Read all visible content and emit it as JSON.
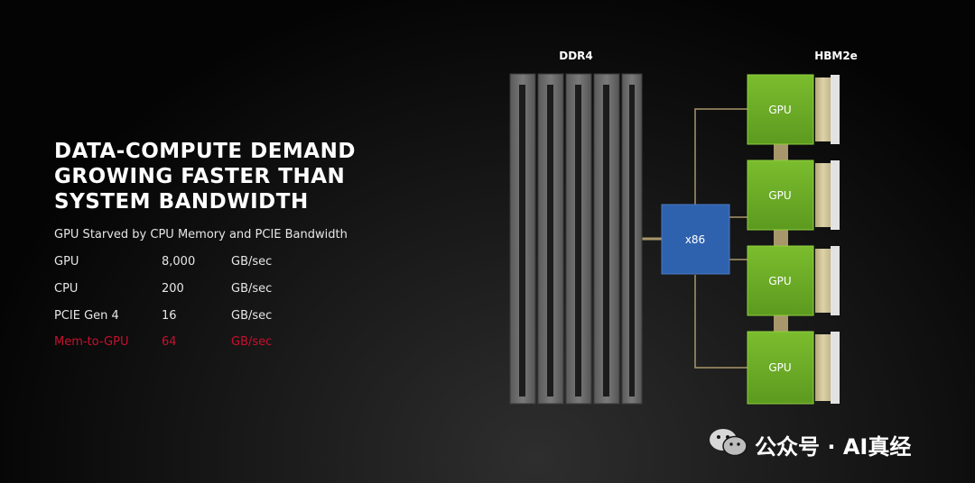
{
  "headline": [
    "DATA-COMPUTE DEMAND",
    "GROWING FASTER THAN",
    "SYSTEM BANDWIDTH"
  ],
  "subtitle": "GPU Starved by CPU Memory and PCIE Bandwidth",
  "bandwidth_table": [
    {
      "name": "GPU",
      "value": "8,000",
      "unit": "GB/sec",
      "highlight": false
    },
    {
      "name": "CPU",
      "value": "200",
      "unit": "GB/sec",
      "highlight": false
    },
    {
      "name": "PCIE Gen 4",
      "value": "16",
      "unit": "GB/sec",
      "highlight": false
    },
    {
      "name": "Mem-to-GPU",
      "value": "64",
      "unit": "GB/sec",
      "highlight": true
    }
  ],
  "diagram": {
    "ddr_label": "DDR4",
    "hbm_label": "HBM2e",
    "cpu_label": "x86",
    "gpu_labels": [
      "GPU",
      "GPU",
      "GPU",
      "GPU"
    ],
    "memory_module_count": 5
  },
  "watermark": "公众号 · AI真经",
  "colors": {
    "gpu_green": "#6aa825",
    "cpu_blue": "#2f62ae",
    "hbm_tan": "#c9bd94",
    "connector_gold": "#a8976a",
    "highlight_red": "#c8102e",
    "module_gray": "#6b6b6b"
  }
}
